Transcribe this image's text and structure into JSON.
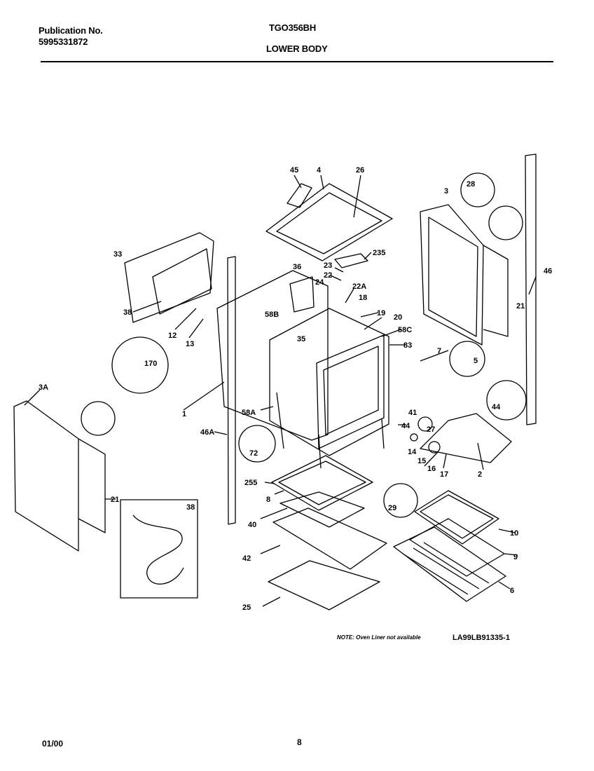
{
  "header": {
    "publication_label": "Publication No.",
    "publication_number": "5995331872",
    "model": "TGO356BH",
    "section": "LOWER BODY"
  },
  "callouts": [
    "45",
    "4",
    "26",
    "28",
    "3",
    "33",
    "235",
    "36",
    "23",
    "22",
    "22A",
    "24",
    "18",
    "46",
    "38",
    "19",
    "20",
    "58B",
    "58C",
    "21",
    "12",
    "13",
    "35",
    "83",
    "7",
    "170",
    "5",
    "3A",
    "1",
    "41",
    "58A",
    "44",
    "27",
    "46A",
    "14",
    "44",
    "72",
    "15",
    "16",
    "17",
    "2",
    "255",
    "29",
    "8",
    "38",
    "10",
    "40",
    "21",
    "9",
    "42",
    "6",
    "25"
  ],
  "note": "NOTE: Oven Liner not available",
  "drawing_code": "LA99LB91335-1",
  "footer": {
    "date": "01/00",
    "page": "8"
  }
}
